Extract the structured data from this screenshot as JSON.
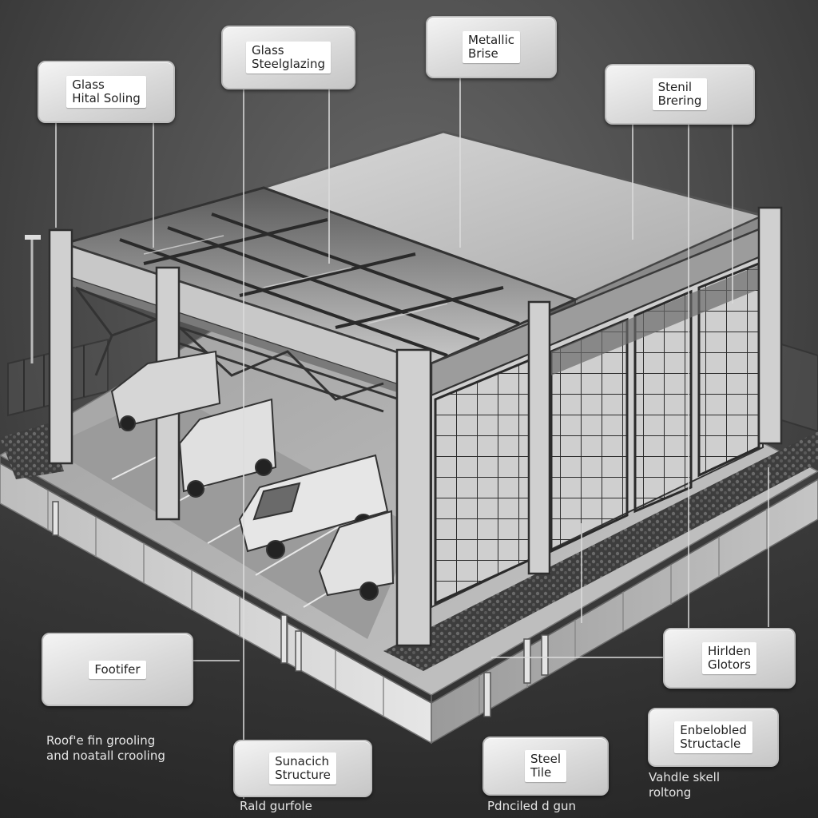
{
  "callouts": {
    "glass_hital_soling": {
      "line1": "Glass",
      "line2": "Hital Soling"
    },
    "glass_steel_glazing": {
      "line1": "Glass",
      "line2": "Steelglazing"
    },
    "metallic_brise": {
      "line1": "Metallic",
      "line2": "Brise"
    },
    "stenil_brering": {
      "line1": "Stenil",
      "line2": "Brering"
    },
    "footifer": {
      "line1": "Footifer"
    },
    "hirlden_glotors": {
      "line1": "Hirlden",
      "line2": "Glotors"
    },
    "sunacich_structure": {
      "line1": "Sunacich",
      "line2": "Structure"
    },
    "steel_tile": {
      "line1": "Steel",
      "line2": "Tile"
    },
    "enbelobled_structacle": {
      "line1": "Enbelobled",
      "line2": "Structacle"
    }
  },
  "captions": {
    "roof_grooming": {
      "line1": "Roof'e fin grooling",
      "line2": "and noatall crooling"
    },
    "rald_gurfole": {
      "line1": "Rald gurfole"
    },
    "painted_gun": {
      "line1": "Pdnciled d gun"
    },
    "vahide_skell": {
      "line1": "Vahdle skell",
      "line2": "roltong"
    }
  },
  "colors": {
    "background": "#4a4a4a",
    "callout_fill": "#e0e0e0",
    "label_fill": "#ffffff",
    "leader_line": "#dcdcdc"
  }
}
